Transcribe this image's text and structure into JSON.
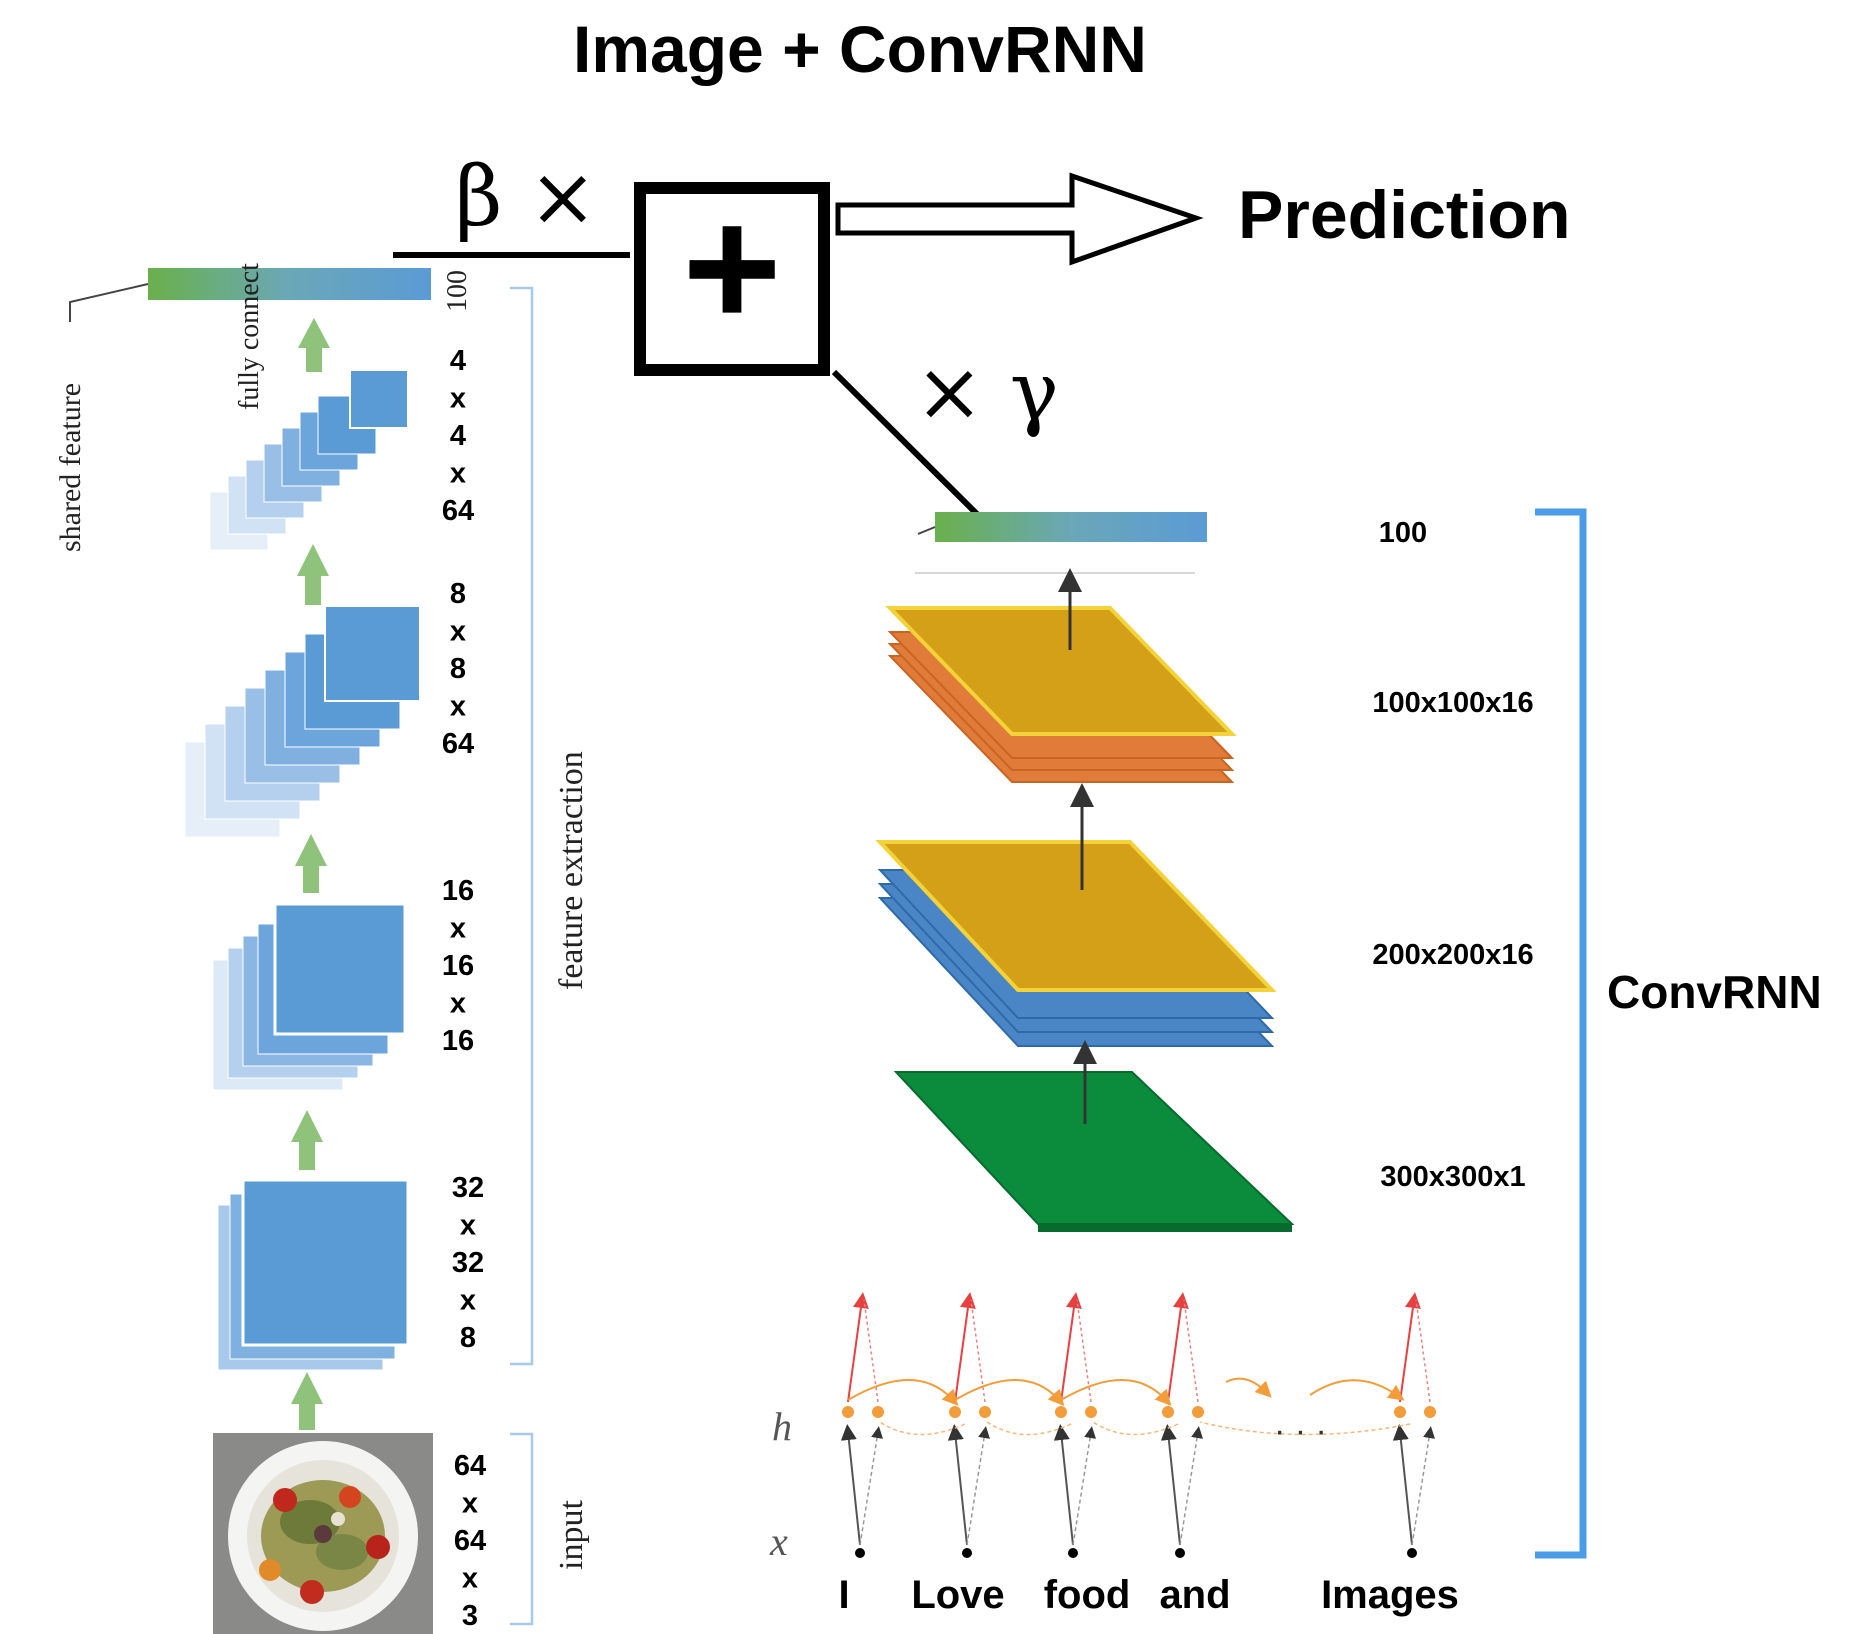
{
  "title": "Image + ConvRNN",
  "prediction_label": "Prediction",
  "combiner": {
    "beta_label": "β ×",
    "gamma_label": "× γ",
    "plus_symbol": "+"
  },
  "cnn_branch": {
    "shared_feature_label": "shared feature",
    "fully_connect_label": "fully connect",
    "feature_extraction_label": "feature extraction",
    "input_label": "input",
    "vector_size": "100",
    "layer_sizes": [
      [
        "4",
        "x",
        "4",
        "x",
        "64"
      ],
      [
        "8",
        "x",
        "8",
        "x",
        "64"
      ],
      [
        "16",
        "x",
        "16",
        "x",
        "16"
      ],
      [
        "32",
        "x",
        "32",
        "x",
        "8"
      ],
      [
        "64",
        "x",
        "64",
        "x",
        "3"
      ]
    ]
  },
  "convrnn_branch": {
    "label": "ConvRNN",
    "layer_sizes": [
      "100",
      "100x100x16",
      "200x200x16",
      "300x300x1"
    ],
    "rnn_state_symbol": "h",
    "rnn_input_symbol": "x",
    "ellipsis": "· · ·",
    "words": [
      "I",
      "Love",
      "food",
      "and",
      "Images"
    ]
  },
  "colors": {
    "cnn_blue": "#5b9bd5",
    "arrow_green": "#8fc27a",
    "bracket_blue": "#4a9be8",
    "slab_gold": "#d4a017",
    "slab_orange": "#e07b39",
    "slab_blue": "#4a86c5",
    "slab_green": "#0a8c3c",
    "rnn_orange": "#f39c3a",
    "rnn_red": "#e64040"
  },
  "icons": [
    "arrow-right-hollow-icon",
    "up-arrow-icon",
    "food-plate-image-icon"
  ]
}
